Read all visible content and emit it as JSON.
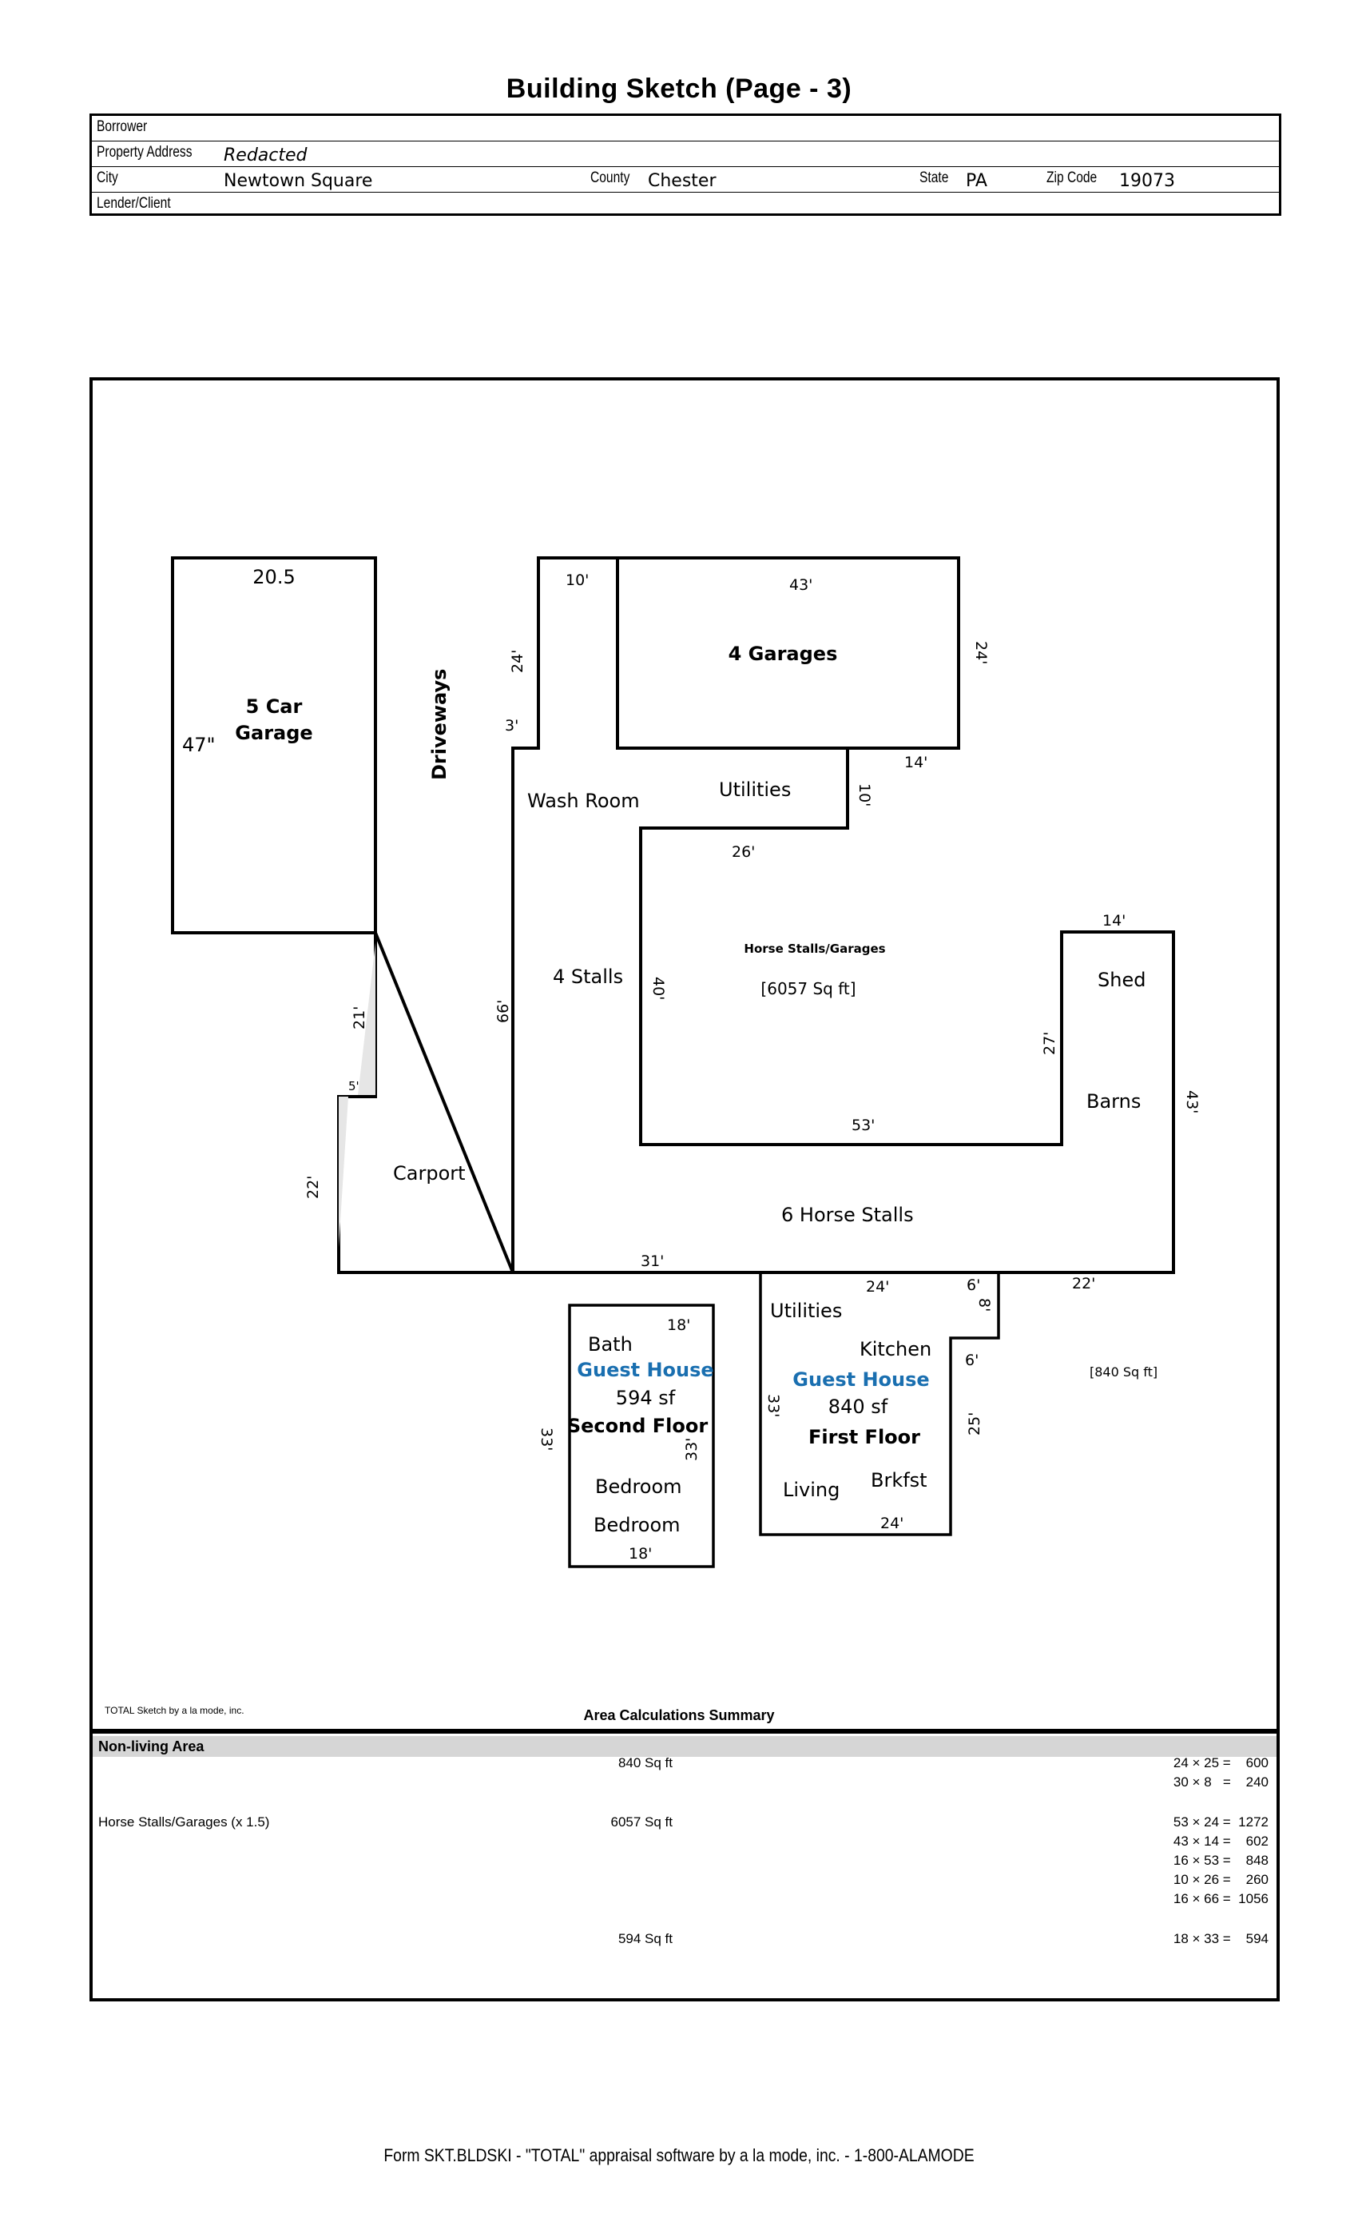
{
  "page_title": "Building Sketch (Page - 3)",
  "header": {
    "borrower_label": "Borrower",
    "borrower_value": "",
    "property_address_label": "Property Address",
    "property_address_value": "Redacted",
    "city_label": "City",
    "city_value": "Newtown Square",
    "county_label": "County",
    "county_value": "Chester",
    "state_label": "State",
    "state_value": "PA",
    "zip_label": "Zip Code",
    "zip_value": "19073",
    "lender_label": "Lender/Client",
    "lender_value": ""
  },
  "sketch": {
    "garage5": {
      "dim_top": "20.5",
      "dim_left": "47\"",
      "label_line1": "5 Car",
      "label_line2": "Garage"
    },
    "driveways": "Driveways",
    "carport": {
      "label": "Carport",
      "dim_21": "21'",
      "dim_5": "5'",
      "dim_22": "22'"
    },
    "garages4": {
      "label": "4 Garages",
      "dim_top": "43'",
      "dim_right": "24'",
      "dim_10": "10'",
      "dim_24": "24'",
      "dim_3": "3'",
      "dim_14": "14'"
    },
    "main": {
      "wash_room": "Wash Room",
      "utilities": "Utilities",
      "dim_10b": "10'",
      "dim_26": "26'",
      "stalls4": "4 Stalls",
      "dim_66": "66'",
      "dim_40": "40'",
      "horse_title": "Horse Stalls/Garages",
      "horse_area": "[6057 Sq ft]",
      "dim_53": "53'",
      "dim_14b": "14'",
      "shed": "Shed",
      "dim_27": "27'",
      "barns": "Barns",
      "dim_43": "43'",
      "stalls6": "6 Horse Stalls",
      "dim_31": "31'"
    },
    "guest2": {
      "bath": "Bath",
      "dim_18top": "18'",
      "title": "Guest House",
      "area": "594 sf",
      "floor": "Second Floor",
      "dim_33left": "33'",
      "dim_33right": "33'",
      "bedroom1": "Bedroom",
      "bedroom2": "Bedroom",
      "dim_18bot": "18'"
    },
    "guest1": {
      "utilities": "Utilities",
      "dim_24top": "24'",
      "dim_6a": "6'",
      "dim_8": "8'",
      "dim_22": "22'",
      "kitchen": "Kitchen",
      "dim_6b": "6'",
      "title": "Guest House",
      "area": "840 sf",
      "floor": "First Floor",
      "dim_33": "33'",
      "dim_25": "25'",
      "living": "Living",
      "brkfst": "Brkfst",
      "dim_24bot": "24'",
      "area_tag": "[840 Sq ft]"
    },
    "accent_color": "#1a6fb0"
  },
  "summary": {
    "credit": "TOTAL Sketch by a la mode, inc.",
    "title": "Area Calculations Summary",
    "section": "Non-living Area",
    "rows": [
      {
        "label": "",
        "area": "840 Sq ft",
        "calcs": [
          "24 × 25 =    600",
          "30 × 8   =    240"
        ]
      },
      {
        "label": "Horse Stalls/Garages (x 1.5)",
        "area": "6057 Sq ft",
        "calcs": [
          "53 × 24 =  1272",
          "43 × 14 =    602",
          "16 × 53 =    848",
          "10 × 26 =    260",
          "16 × 66 =  1056"
        ]
      },
      {
        "label": "",
        "area": "594 Sq ft",
        "calcs": [
          "18 × 33 =    594"
        ]
      }
    ]
  },
  "footer": "Form SKT.BLDSKI - \"TOTAL\" appraisal software by a la mode, inc. - 1-800-ALAMODE"
}
